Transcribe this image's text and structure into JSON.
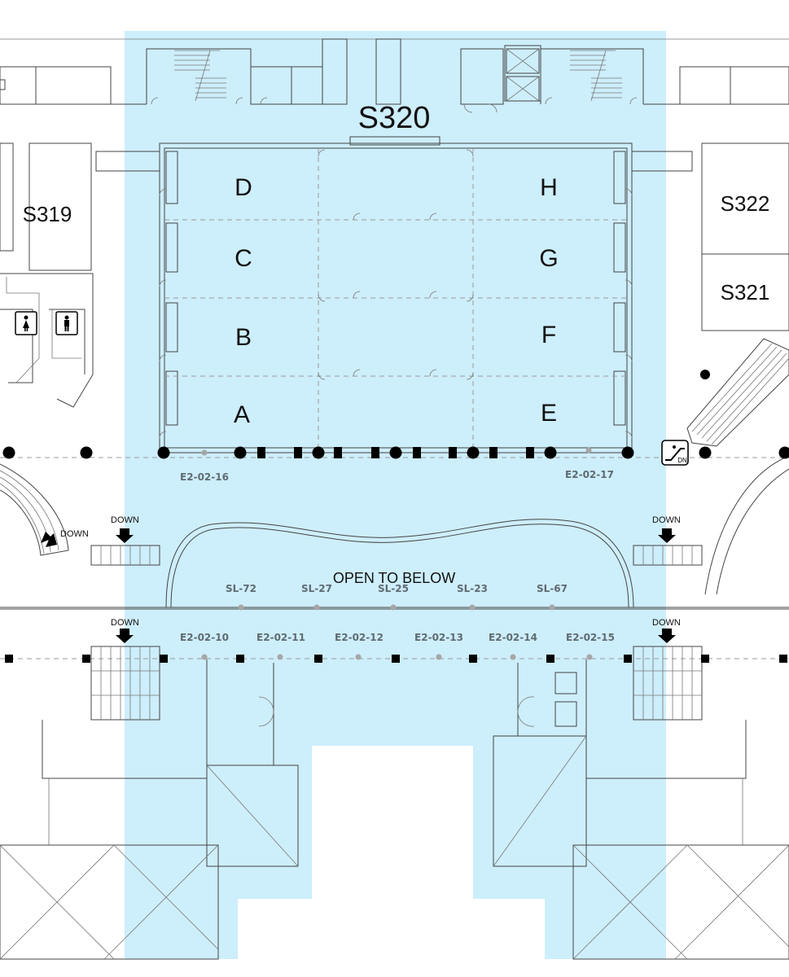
{
  "colors": {
    "highlight": "#cdeefb",
    "line": "#444444",
    "column": "#000000",
    "marker": "#a6a6a6"
  },
  "rooms": {
    "main": "S320",
    "left_upper": "S319",
    "right_upper": "S322",
    "right_lower": "S321"
  },
  "sections": {
    "D": "D",
    "C": "C",
    "B": "B",
    "A": "A",
    "H": "H",
    "G": "G",
    "F": "F",
    "E": "E"
  },
  "open_to_below": "OPEN TO BELOW",
  "entrances_upper": [
    "E2-02-16",
    "E2-02-17"
  ],
  "entrances_lower": [
    "E2-02-10",
    "E2-02-11",
    "E2-02-12",
    "E2-02-13",
    "E2-02-14",
    "E2-02-15"
  ],
  "skylights": [
    "SL-72",
    "SL-27",
    "SL-25",
    "SL-23",
    "SL-67"
  ],
  "stair_labels": {
    "down_left_curve": "DOWN",
    "down_left_upper": "DOWN",
    "down_left_lower": "DOWN",
    "down_right_upper": "DOWN",
    "down_right_lower": "DOWN"
  },
  "escalator_badge": "DN",
  "icons": {
    "restroom_women": "women-restroom-icon",
    "restroom_men": "men-restroom-icon",
    "escalator": "escalator-down-icon",
    "arrow": "down-arrow-icon"
  }
}
